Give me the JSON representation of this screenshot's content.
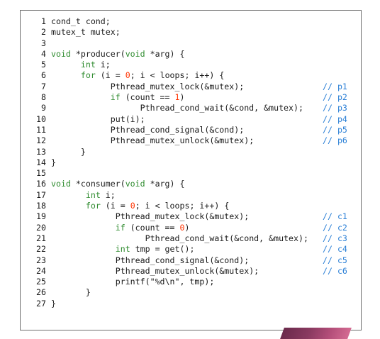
{
  "code_panel": {
    "lines": [
      {
        "n": "1",
        "indent": "",
        "segs": [
          [
            "cond_t cond;",
            ""
          ]
        ],
        "comment": ""
      },
      {
        "n": "2",
        "indent": "",
        "segs": [
          [
            "mutex_t mutex;",
            ""
          ]
        ],
        "comment": ""
      },
      {
        "n": "3",
        "indent": "",
        "segs": [],
        "comment": ""
      },
      {
        "n": "4",
        "indent": "",
        "segs": [
          [
            "void",
            "kw"
          ],
          [
            " *producer(",
            ""
          ],
          [
            "void",
            "kw"
          ],
          [
            " *arg) {",
            ""
          ]
        ],
        "comment": ""
      },
      {
        "n": "5",
        "indent": "      ",
        "segs": [
          [
            "int",
            "kw"
          ],
          [
            " i;",
            ""
          ]
        ],
        "comment": ""
      },
      {
        "n": "6",
        "indent": "      ",
        "segs": [
          [
            "for",
            "kw"
          ],
          [
            " (i = ",
            ""
          ],
          [
            "0",
            "num"
          ],
          [
            "; i < loops; i++) {",
            ""
          ]
        ],
        "comment": ""
      },
      {
        "n": "7",
        "indent": "            ",
        "segs": [
          [
            "Pthread_mutex_lock(&mutex);",
            ""
          ]
        ],
        "comment": "// p1"
      },
      {
        "n": "8",
        "indent": "            ",
        "segs": [
          [
            "if",
            "kw"
          ],
          [
            " (count == ",
            ""
          ],
          [
            "1",
            "num"
          ],
          [
            ")",
            ""
          ]
        ],
        "comment": "// p2"
      },
      {
        "n": "9",
        "indent": "                  ",
        "segs": [
          [
            "Pthread_cond_wait(&cond, &mutex);",
            ""
          ]
        ],
        "comment": "// p3"
      },
      {
        "n": "10",
        "indent": "            ",
        "segs": [
          [
            "put(i);",
            ""
          ]
        ],
        "comment": "// p4"
      },
      {
        "n": "11",
        "indent": "            ",
        "segs": [
          [
            "Pthread_cond_signal(&cond);",
            ""
          ]
        ],
        "comment": "// p5"
      },
      {
        "n": "12",
        "indent": "            ",
        "segs": [
          [
            "Pthread_mutex_unlock(&mutex);",
            ""
          ]
        ],
        "comment": "// p6"
      },
      {
        "n": "13",
        "indent": "      ",
        "segs": [
          [
            "}",
            ""
          ]
        ],
        "comment": ""
      },
      {
        "n": "14",
        "indent": "",
        "segs": [
          [
            "}",
            ""
          ]
        ],
        "comment": ""
      },
      {
        "n": "15",
        "indent": "",
        "segs": [],
        "comment": ""
      },
      {
        "n": "16",
        "indent": "",
        "segs": [
          [
            "void",
            "kw"
          ],
          [
            " *consumer(",
            ""
          ],
          [
            "void",
            "kw"
          ],
          [
            " *arg) {",
            ""
          ]
        ],
        "comment": ""
      },
      {
        "n": "17",
        "indent": "       ",
        "segs": [
          [
            "int",
            "kw"
          ],
          [
            " i;",
            ""
          ]
        ],
        "comment": ""
      },
      {
        "n": "18",
        "indent": "       ",
        "segs": [
          [
            "for",
            "kw"
          ],
          [
            " (i = ",
            ""
          ],
          [
            "0",
            "num"
          ],
          [
            "; i < loops; i++) {",
            ""
          ]
        ],
        "comment": ""
      },
      {
        "n": "19",
        "indent": "             ",
        "segs": [
          [
            "Pthread_mutex_lock(&mutex);",
            ""
          ]
        ],
        "comment": "// c1"
      },
      {
        "n": "20",
        "indent": "             ",
        "segs": [
          [
            "if",
            "kw"
          ],
          [
            " (count == ",
            ""
          ],
          [
            "0",
            "num"
          ],
          [
            ")",
            ""
          ]
        ],
        "comment": "// c2"
      },
      {
        "n": "21",
        "indent": "                   ",
        "segs": [
          [
            "Pthread_cond_wait(&cond, &mutex);",
            ""
          ]
        ],
        "comment": "// c3"
      },
      {
        "n": "22",
        "indent": "             ",
        "segs": [
          [
            "int",
            "kw"
          ],
          [
            " tmp = get();",
            ""
          ]
        ],
        "comment": "// c4"
      },
      {
        "n": "23",
        "indent": "             ",
        "segs": [
          [
            "Pthread_cond_signal(&cond);",
            ""
          ]
        ],
        "comment": "// c5"
      },
      {
        "n": "24",
        "indent": "             ",
        "segs": [
          [
            "Pthread_mutex_unlock(&mutex);",
            ""
          ]
        ],
        "comment": "// c6"
      },
      {
        "n": "25",
        "indent": "             ",
        "segs": [
          [
            "printf(\"%d\\n\", tmp);",
            ""
          ]
        ],
        "comment": ""
      },
      {
        "n": "26",
        "indent": "       ",
        "segs": [
          [
            "}",
            ""
          ]
        ],
        "comment": ""
      },
      {
        "n": "27",
        "indent": "",
        "segs": [
          [
            "}",
            ""
          ]
        ],
        "comment": ""
      }
    ],
    "colors": {
      "keyword": "#2e8b2e",
      "number": "#ff3300",
      "comment": "#2a7fd6",
      "text": "#1a1a1a",
      "border": "#6e6e6e"
    }
  }
}
